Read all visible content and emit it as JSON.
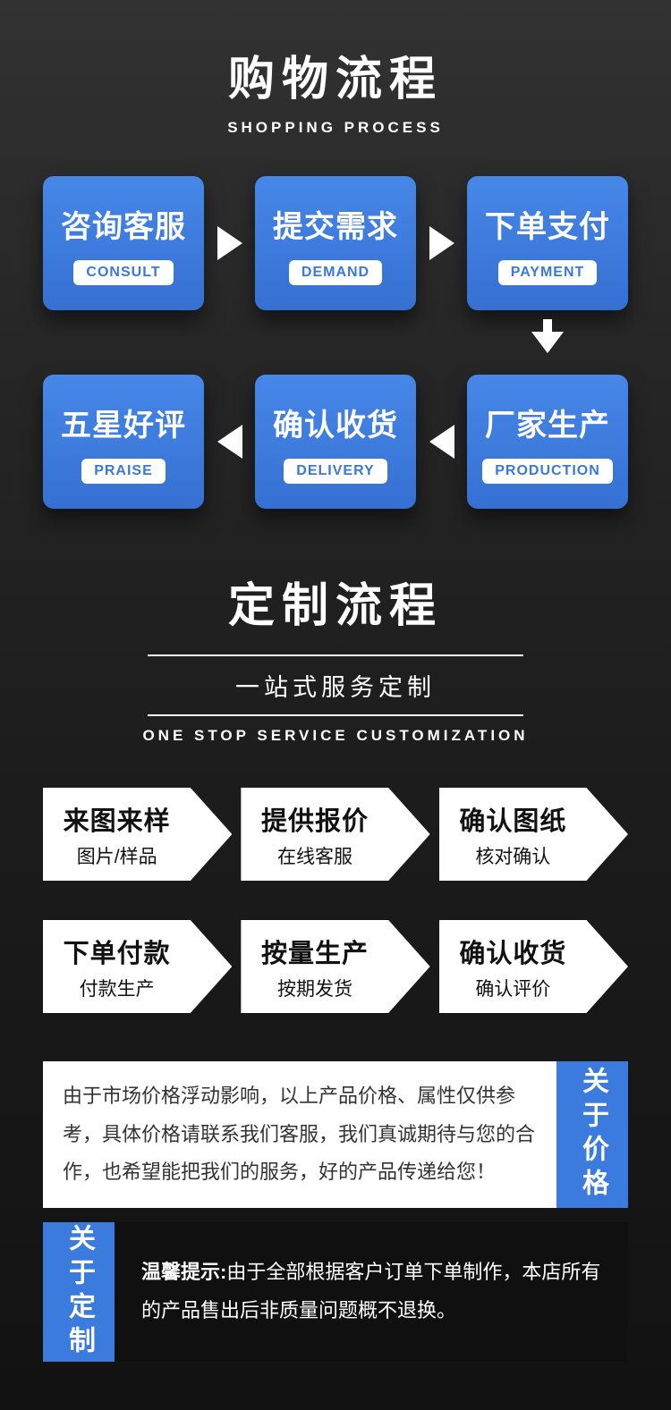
{
  "colors": {
    "accent_blue": "#3a7bdd",
    "card_blue_top": "#4687e8",
    "card_blue_bottom": "#3570d2",
    "background_dark": "#1b1b1b",
    "white": "#ffffff"
  },
  "shopping": {
    "title": "购物流程",
    "subtitle": "SHOPPING PROCESS",
    "steps": [
      {
        "title": "咨询客服",
        "en": "CONSULT"
      },
      {
        "title": "提交需求",
        "en": "DEMAND"
      },
      {
        "title": "下单支付",
        "en": "PAYMENT"
      },
      {
        "title": "厂家生产",
        "en": "PRODUCTION"
      },
      {
        "title": "确认收货",
        "en": "DELIVERY"
      },
      {
        "title": "五星好评",
        "en": "PRAISE"
      }
    ]
  },
  "custom": {
    "title": "定制流程",
    "subtitle": "一站式服务定制",
    "subtitle_en": "ONE STOP SERVICE CUSTOMIZATION",
    "steps": [
      {
        "title": "来图来样",
        "sub": "图片/样品"
      },
      {
        "title": "提供报价",
        "sub": "在线客服"
      },
      {
        "title": "确认图纸",
        "sub": "核对确认"
      },
      {
        "title": "下单付款",
        "sub": "付款生产"
      },
      {
        "title": "按量生产",
        "sub": "按期发货"
      },
      {
        "title": "确认收货",
        "sub": "确认评价"
      }
    ]
  },
  "notices": {
    "price": {
      "tab": "关于价格",
      "text": "由于市场价格浮动影响，以上产品价格、属性仅供参考，具体价格请联系我们客服，我们真诚期待与您的合作，也希望能把我们的服务，好的产品传递给您！"
    },
    "custom": {
      "tab": "关于定制",
      "text_bold": "温馨提示:",
      "text": "由于全部根据客户订单下单制作，本店所有的产品售出后非质量问题概不退换。"
    }
  }
}
